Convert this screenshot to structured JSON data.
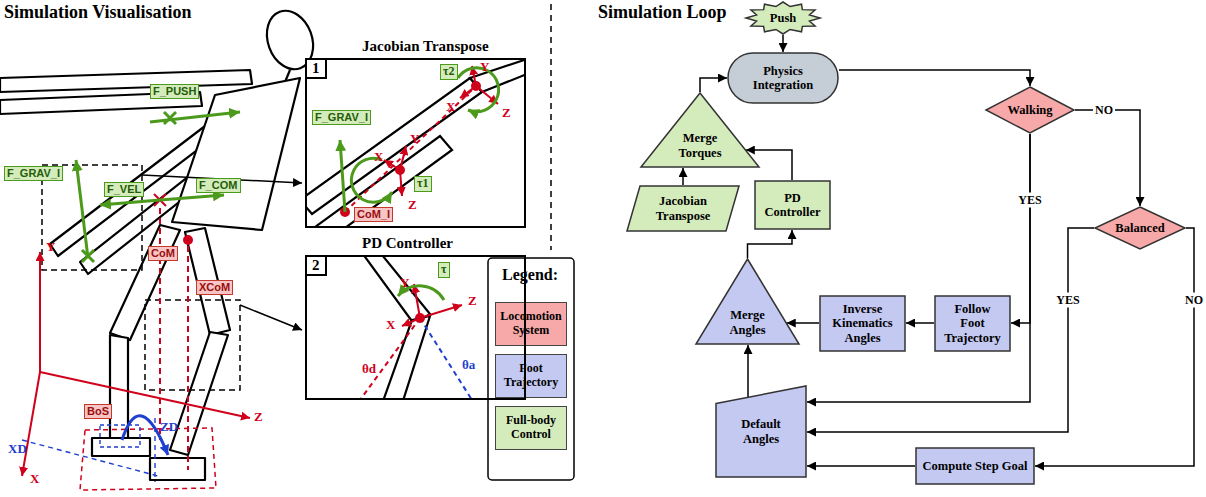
{
  "diagram": {
    "nodes": [
      {
        "text": [
          "Jacobian Transpose",
          "1"
        ]
      },
      {
        "text": [
          "PD Controller",
          "2"
        ]
      },
      {
        "text": [
          "Push"
        ]
      },
      {
        "text": [
          "Physics Integration"
        ]
      },
      {
        "text": [
          "Walking"
        ]
      },
      {
        "text": [
          "Balanced"
        ]
      },
      {
        "text": [
          "Merge Torques"
        ]
      },
      {
        "text": [
          "Jacobian Transpose"
        ]
      },
      {
        "text": [
          "PD Controller"
        ]
      },
      {
        "text": [
          "Merge Angles"
        ]
      },
      {
        "text": [
          "Inverse Kinematics Angles"
        ]
      },
      {
        "text": [
          "Follow Foot Trajectory"
        ]
      },
      {
        "text": [
          "Default Angles"
        ]
      },
      {
        "text": [
          "Compute Step Goal"
        ]
      }
    ],
    "edges": [
      {
        "from": 2,
        "to": 3,
        "arrow": "to"
      },
      {
        "from": 3,
        "to": 4,
        "arrow": "to"
      },
      {
        "from": 4,
        "to": 5,
        "arrow": "to",
        "label": "NO"
      },
      {
        "from": 4,
        "to": 11,
        "arrow": "to",
        "label": "YES"
      },
      {
        "from": 4,
        "to": 12,
        "arrow": "to"
      },
      {
        "from": 5,
        "to": 12,
        "arrow": "to",
        "label": "YES"
      },
      {
        "from": 5,
        "to": 13,
        "arrow": "to",
        "label": "NO"
      },
      {
        "from": 13,
        "to": 12,
        "arrow": "to"
      },
      {
        "from": 11,
        "to": 10,
        "arrow": "to"
      },
      {
        "from": 10,
        "to": 9,
        "arrow": "to"
      },
      {
        "from": 12,
        "to": 9,
        "arrow": "to"
      },
      {
        "from": 9,
        "to": 8,
        "arrow": "to"
      },
      {
        "from": 8,
        "to": 6,
        "arrow": "to"
      },
      {
        "from": 7,
        "to": 6,
        "arrow": "to"
      },
      {
        "from": 6,
        "to": 3,
        "arrow": "to"
      }
    ],
    "labels": [
      "Simulation Visualisation",
      "Simulation Loop",
      "F_PUSH",
      "F_GRAV_I",
      "F_VEL",
      "F_COM",
      "CoM",
      "XCoM",
      "Y",
      "X",
      "Z",
      "BoS",
      "ZD",
      "XD",
      "τ2",
      "Y",
      "X",
      "Z",
      "τ1",
      "Y",
      "X",
      "Z",
      "F_GRAV_I",
      "CoM_I",
      "τ",
      "Y",
      "X",
      "Z",
      "θd",
      "θa",
      "Legend:"
    ],
    "legend": [
      {
        "text": "Locomotion System",
        "color": "#f7a8a8"
      },
      {
        "text": "Foot Trajectory",
        "color": "#c4c9f2"
      },
      {
        "text": "Full-body Control",
        "color": "#d4ecbc"
      }
    ]
  }
}
